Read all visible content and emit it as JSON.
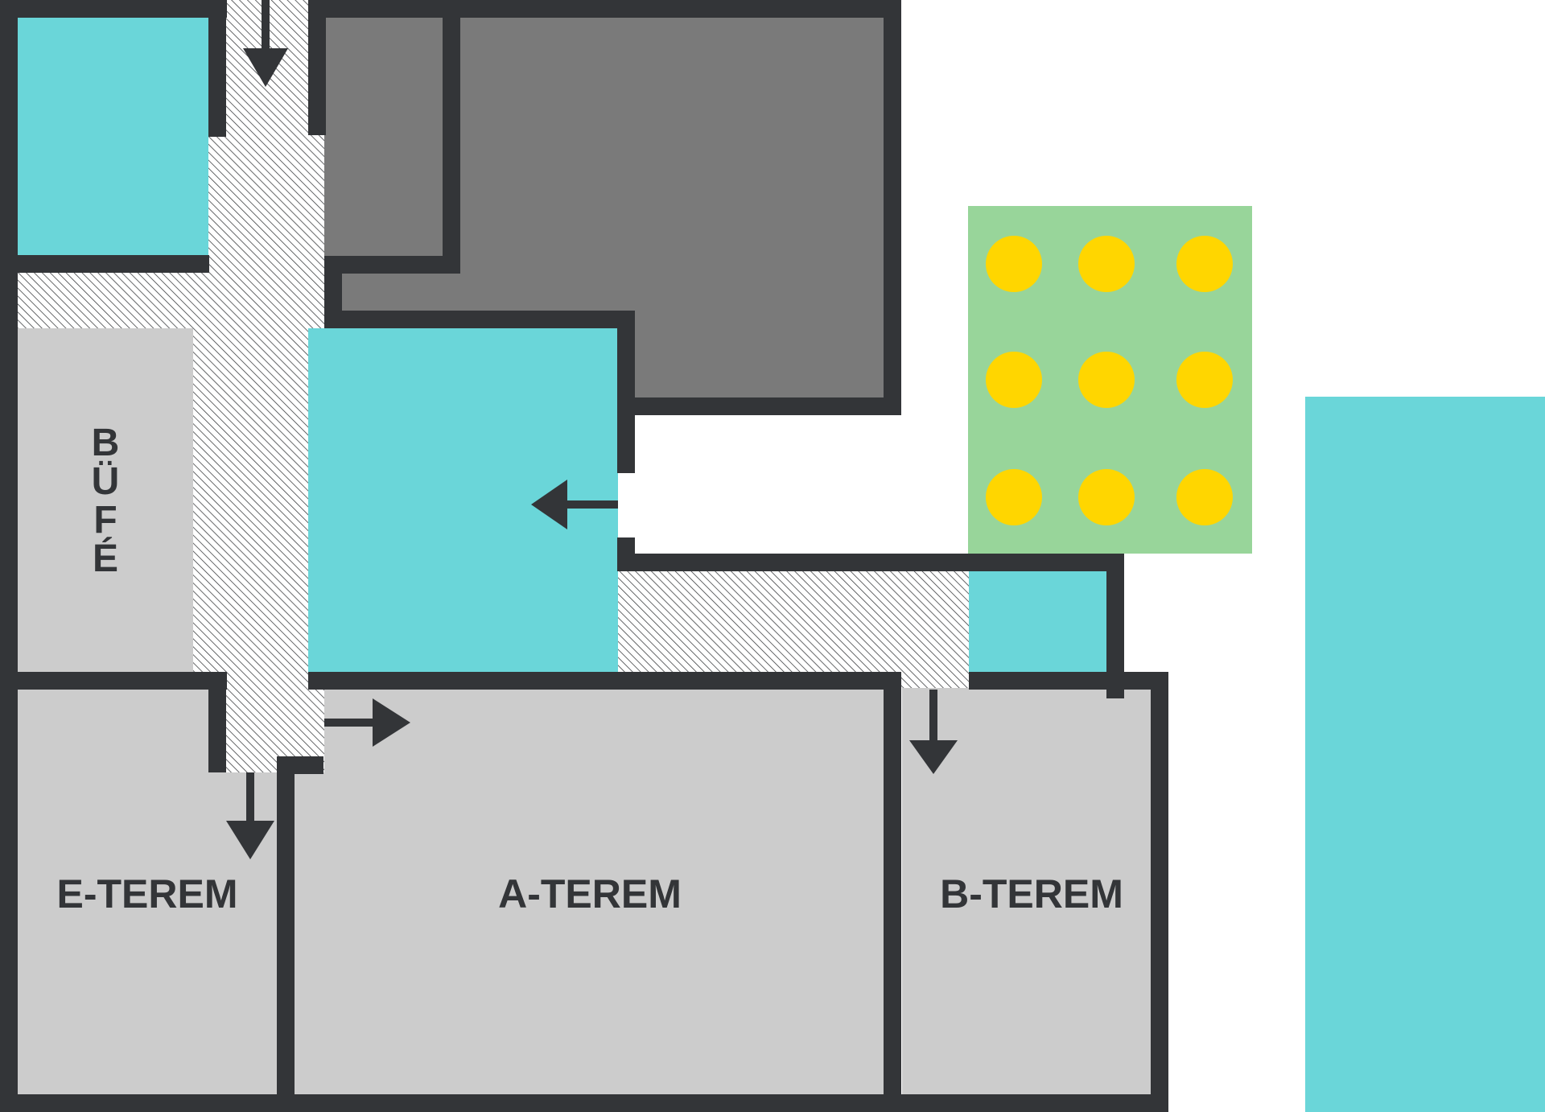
{
  "floor_plan": {
    "rooms": {
      "e_terem": {
        "label": "E-TEREM"
      },
      "a_terem": {
        "label": "A-TEREM"
      },
      "b_terem": {
        "label": "B-TEREM"
      },
      "bufe": {
        "letters": [
          "B",
          "Ü",
          "F",
          "É"
        ]
      }
    },
    "colors": {
      "wall": "#333538",
      "cyan": "#6AD6D9",
      "dark_gray": "#7A7A7A",
      "light_gray": "#CCCCCC",
      "green": "#98D59A",
      "yellow": "#FFD600",
      "background": "#FFFFFF"
    }
  }
}
